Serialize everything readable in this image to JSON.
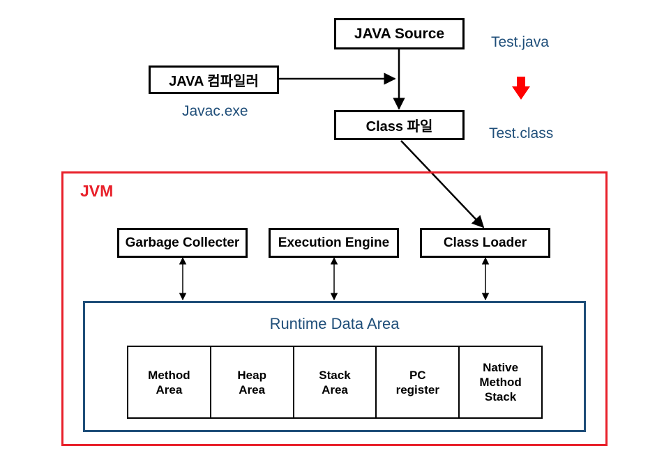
{
  "boxes": {
    "java_source": "JAVA Source",
    "java_compiler": "JAVA 컴파일러",
    "class_file": "Class 파일",
    "garbage_collector": "Garbage Collecter",
    "execution_engine": "Execution Engine",
    "class_loader": "Class Loader"
  },
  "notes": {
    "source_file": "Test.java",
    "compiler_exe": "Javac.exe",
    "class_output": "Test.class"
  },
  "jvm": {
    "label": "JVM"
  },
  "runtime_data_area": {
    "title": "Runtime Data Area",
    "areas": [
      "Method\nArea",
      "Heap\nArea",
      "Stack\nArea",
      "PC\nregister",
      "Native\nMethod\nStack"
    ]
  },
  "colors": {
    "jvm_border": "#e8202a",
    "runtime_border": "#1f4e79",
    "note_text": "#1f4e79",
    "down_arrow": "#ff0000"
  }
}
